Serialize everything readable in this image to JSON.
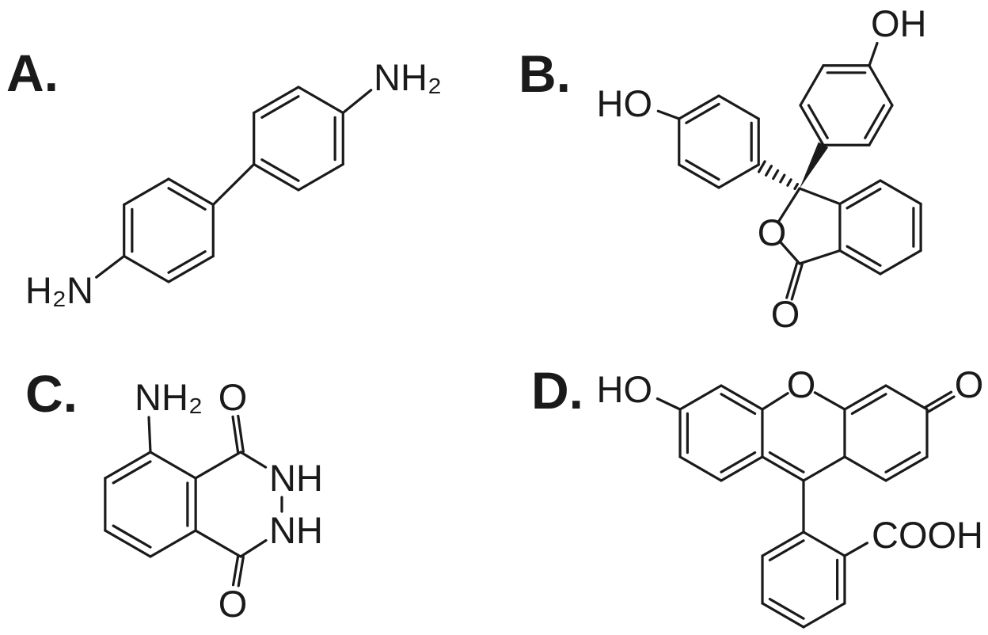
{
  "figure": {
    "background_color": "#ffffff",
    "ink_color": "#1a1a1a",
    "panels": [
      {
        "id": "A",
        "label": "A.",
        "atom_labels": {
          "amine_left": "H₂N",
          "amine_right": "NH₂"
        }
      },
      {
        "id": "B",
        "label": "B.",
        "atom_labels": {
          "hydroxyl_left": "HO",
          "hydroxyl_top": "OH",
          "lactone_oxygen": "O",
          "carbonyl_oxygen": "O"
        }
      },
      {
        "id": "C",
        "label": "C.",
        "atom_labels": {
          "amine": "NH₂",
          "carbonyl_top": "O",
          "amide_top": "NH",
          "amide_bottom": "NH",
          "carbonyl_bottom": "O"
        }
      },
      {
        "id": "D",
        "label": "D.",
        "atom_labels": {
          "hydroxyl": "HO",
          "ether_oxygen": "O",
          "carbonyl_oxygen": "O",
          "carboxyl": "COOH"
        }
      }
    ]
  }
}
